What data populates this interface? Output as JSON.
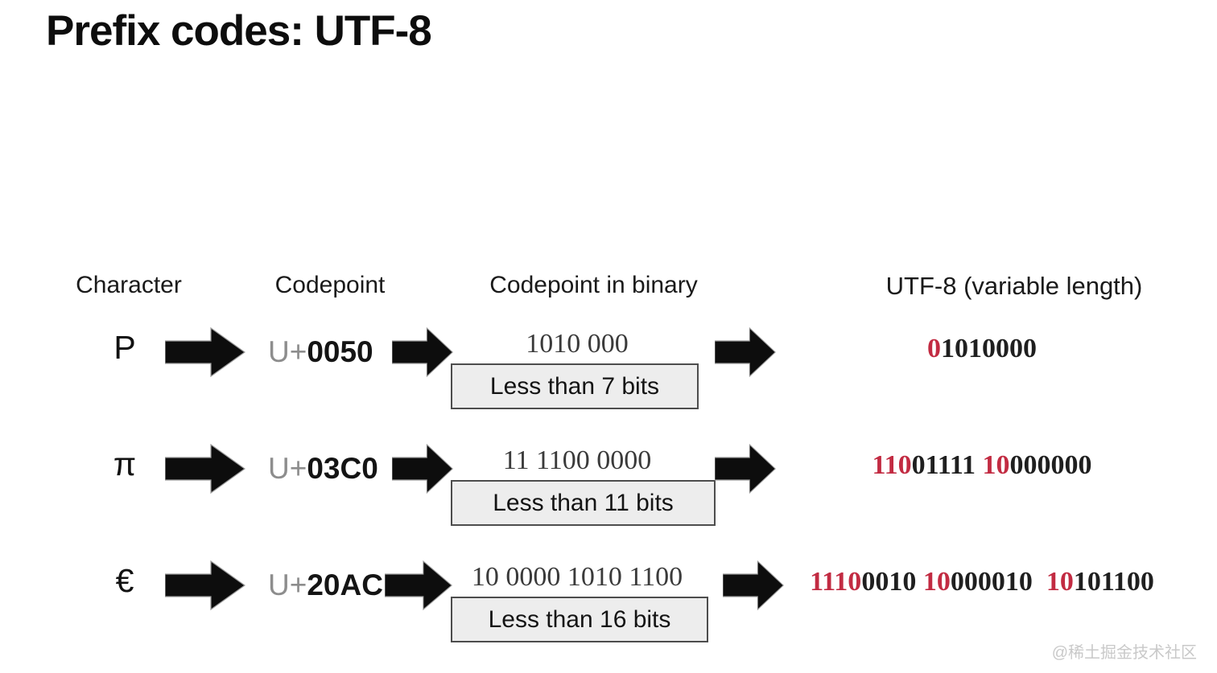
{
  "slide": {
    "title": "Prefix codes: UTF-8",
    "watermark": "@稀土掘金技术社区"
  },
  "columns": {
    "character": "Character",
    "codepoint": "Codepoint",
    "binary": "Codepoint in binary",
    "utf8": "UTF-8 (variable length)"
  },
  "colors": {
    "bit_red": "#c22b42",
    "bit_black": "#1f1f1f",
    "codepoint_prefix_gray": "#8d8d8d"
  },
  "rows": [
    {
      "char": "P",
      "codepoint_prefix": "U+",
      "codepoint": "0050",
      "binary": "1010 000",
      "note": "Less than 7 bits",
      "utf8": [
        {
          "text": "0",
          "color": "#c22b42"
        },
        {
          "text": "1010000",
          "color": "#1f1f1f"
        }
      ]
    },
    {
      "char": "π",
      "codepoint_prefix": "U+",
      "codepoint": "03C0",
      "binary": "11 1100 0000",
      "note": "Less than 11 bits",
      "utf8": [
        {
          "text": "110",
          "color": "#c22b42"
        },
        {
          "text": "01111",
          "color": "#1f1f1f"
        },
        {
          "text": " ",
          "color": "#1f1f1f"
        },
        {
          "text": "10",
          "color": "#c22b42"
        },
        {
          "text": "000000",
          "color": "#1f1f1f"
        }
      ]
    },
    {
      "char": "€",
      "codepoint_prefix": "U+",
      "codepoint": "20AC",
      "binary": "10 0000 1010 1100",
      "note": "Less than 16 bits",
      "utf8": [
        {
          "text": "1110",
          "color": "#c22b42"
        },
        {
          "text": "0010",
          "color": "#1f1f1f"
        },
        {
          "text": " ",
          "color": "#1f1f1f"
        },
        {
          "text": "10",
          "color": "#c22b42"
        },
        {
          "text": "000010",
          "color": "#1f1f1f"
        },
        {
          "text": "  ",
          "color": "#1f1f1f"
        },
        {
          "text": "10",
          "color": "#c22b42"
        },
        {
          "text": "101100",
          "color": "#1f1f1f"
        }
      ]
    }
  ]
}
